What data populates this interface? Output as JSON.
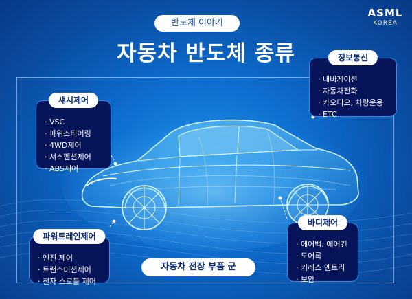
{
  "header": {
    "tag": "반도체 이야기",
    "title": "자동차 반도체 종류"
  },
  "logo": {
    "line1": "ASML",
    "line2": "KOREA"
  },
  "groups": {
    "chassis": {
      "title": "섀시제어",
      "items": [
        "VSC",
        "파워스티어링",
        "4WD제어",
        "서스펜션제어",
        "ABS제어"
      ]
    },
    "info": {
      "title": "정보통신",
      "items": [
        "내비게이션",
        "자동차전화",
        "카오디오, 차량운용",
        "ETC"
      ]
    },
    "power": {
      "title": "파워트레인제어",
      "items": [
        "엔진 제어",
        "트랜스미션제어",
        "전자 스로틀 제어"
      ]
    },
    "body": {
      "title": "바디제어",
      "items": [
        "에어백, 에어컨",
        "도어록",
        "키레스 엔트리",
        "보안"
      ]
    }
  },
  "footer": {
    "label": "자동차 전장 부품 군"
  },
  "colors": {
    "background": "#0e6fd0",
    "box_fill": "#07145a",
    "box_border": "#2c8ff0",
    "accent_text": "#0c2f7a"
  }
}
